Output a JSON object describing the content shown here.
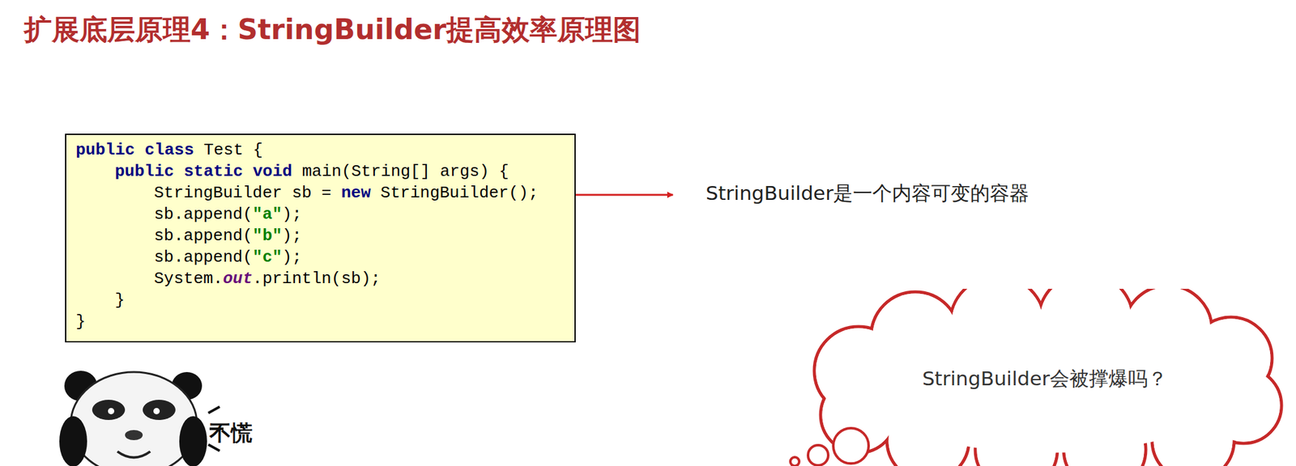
{
  "diagram": {
    "title": "扩展底层原理4：StringBuilder提高效率原理图",
    "nodes": [
      {
        "text": [
          "public class Test {",
          "public static void main(String[] args) {",
          "StringBuilder sb = new StringBuilder();",
          "sb.append(\"a\");",
          "sb.append(\"b\");",
          "sb.append(\"c\");",
          "System.out.println(sb);",
          "}",
          "}"
        ]
      },
      {
        "text": [
          "StringBuilder会被撑爆吗？"
        ]
      }
    ],
    "labels": [
      "StringBuilder是一个内容可变的容器",
      "不慌"
    ]
  }
}
